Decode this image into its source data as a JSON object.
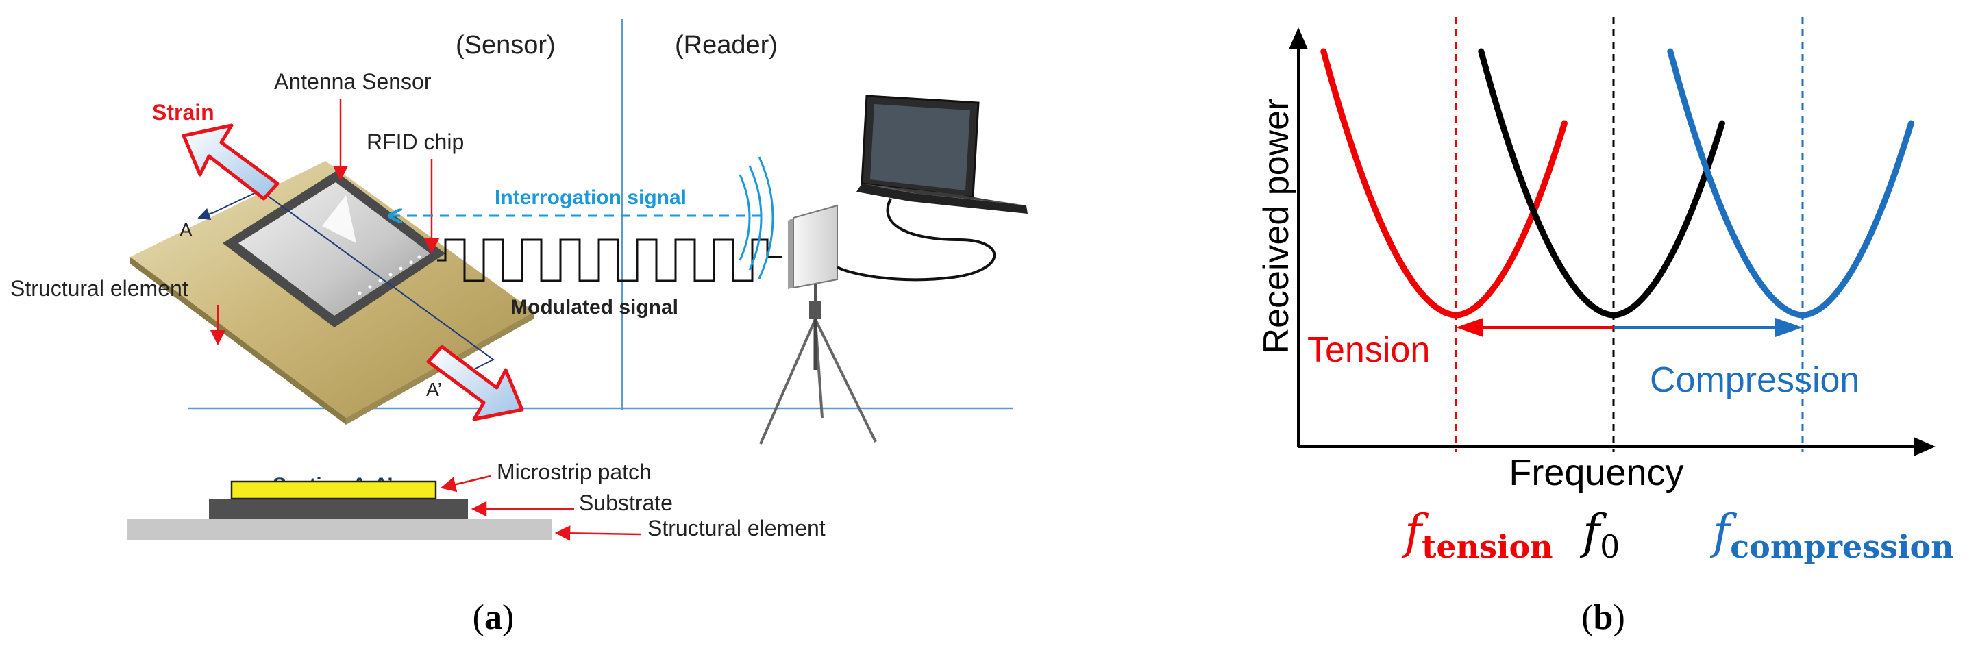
{
  "panel_a": {
    "sensor_heading": "(Sensor)",
    "reader_heading": "(Reader)",
    "antenna_sensor": "Antenna Sensor",
    "strain": "Strain",
    "rfid_chip": "RFID chip",
    "interrogation_signal": "Interrogation signal",
    "modulated_signal": "Modulated signal",
    "structural_element": "Structural element",
    "section_a": "A",
    "section_a_prime": "A’",
    "section_title": "Section A-A’",
    "microstrip_patch": "Microstrip patch",
    "substrate": "Substrate",
    "structural_element_bottom": "Structural element",
    "caption_open": "(",
    "caption_letter": "a",
    "caption_close": ")",
    "colors": {
      "red": "#e8141b",
      "blue": "#1a9ad9",
      "patch": "#f5ec1e",
      "plate": "#c9b87a"
    }
  },
  "panel_b": {
    "caption_open": "(",
    "caption_letter": "b",
    "caption_close": ")",
    "colors": {
      "tension": "#f00000",
      "reference": "#000000",
      "compression": "#1f6fbf"
    }
  },
  "chart_data": {
    "type": "line",
    "title": "",
    "xlabel": "Frequency",
    "ylabel": "Received power",
    "x_ticks": [
      {
        "base": "f",
        "sub": "tension",
        "x": 0.25,
        "color": "#f00000"
      },
      {
        "base": "f",
        "sub": "0",
        "x": 0.5,
        "color": "#000000"
      },
      {
        "base": "f",
        "sub": "compression",
        "x": 0.8,
        "color": "#1f6fbf"
      }
    ],
    "series": [
      {
        "center": 0.25,
        "color": "#f00000"
      },
      {
        "center": 0.5,
        "color": "#000000"
      },
      {
        "center": 0.8,
        "color": "#1f6fbf"
      }
    ],
    "annotations": [
      {
        "text": "Tension",
        "color": "#f00000",
        "arrow_from": 0.5,
        "arrow_to": 0.25
      },
      {
        "text": "Compression",
        "color": "#1f6fbf",
        "arrow_from": 0.5,
        "arrow_to": 0.8
      }
    ],
    "xlim": [
      0,
      1
    ],
    "ylim": [
      0,
      1
    ],
    "grid": false,
    "legend": "none"
  }
}
